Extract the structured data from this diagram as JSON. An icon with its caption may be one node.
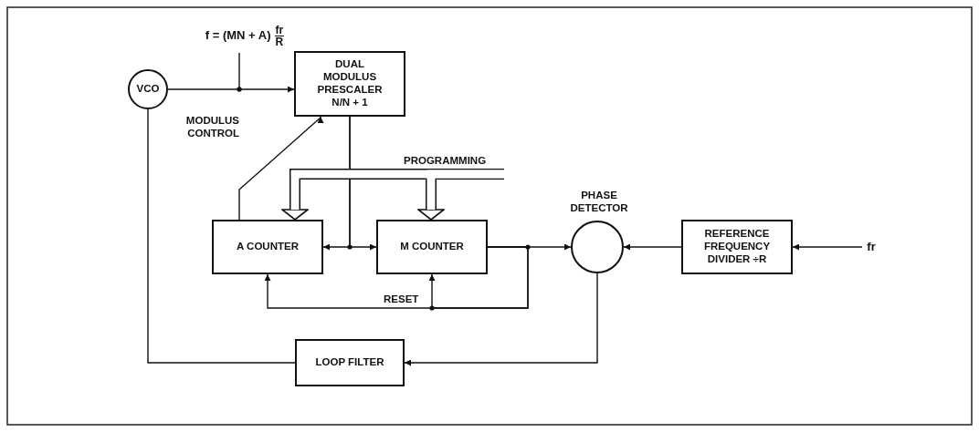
{
  "diagram": {
    "nodes": [
      {
        "text": [
          "VCO"
        ]
      },
      {
        "text": [
          "DUAL MODULUS PRESCALER N/N + 1"
        ]
      },
      {
        "text": [
          "A COUNTER"
        ]
      },
      {
        "text": [
          "M COUNTER"
        ]
      },
      {
        "text": [
          "PHASE DETECTOR"
        ]
      },
      {
        "text": [
          "REFERENCE FREQUENCY DIVIDER ÷R"
        ]
      },
      {
        "text": [
          "LOOP FILTER"
        ]
      },
      {
        "text": [
          "fr"
        ]
      },
      {
        "text": [
          "f = (MN + A)",
          "fr",
          "R"
        ]
      }
    ],
    "edges": [
      {
        "from": 0,
        "to": 1,
        "arrow": "to"
      },
      {
        "from": 8,
        "to": null,
        "arrow": "other"
      },
      {
        "from": 1,
        "to": 2,
        "arrow": "to"
      },
      {
        "from": 1,
        "to": 3,
        "arrow": "to"
      },
      {
        "from": 2,
        "to": 1,
        "arrow": "to",
        "label": "MODULUS CONTROL"
      },
      {
        "from": null,
        "to": 2,
        "arrow": "to",
        "label": "PROGRAMMING",
        "style": "thick"
      },
      {
        "from": null,
        "to": 3,
        "arrow": "to",
        "style": "thick"
      },
      {
        "from": 3,
        "to": 4,
        "arrow": "to"
      },
      {
        "from": 3,
        "to": 2,
        "arrow": "to",
        "label": "RESET"
      },
      {
        "from": 3,
        "to": 3,
        "arrow": "to"
      },
      {
        "from": 5,
        "to": 4,
        "arrow": "to"
      },
      {
        "from": 7,
        "to": 5,
        "arrow": "to"
      },
      {
        "from": 4,
        "to": 6,
        "arrow": "to"
      },
      {
        "from": 6,
        "to": 0,
        "arrow": "none"
      }
    ]
  }
}
